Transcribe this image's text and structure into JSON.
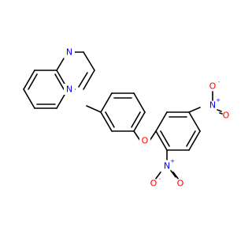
{
  "molecule": {
    "colors": {
      "bond": "#000000",
      "nitrogen": "#0000ff",
      "oxygen": "#ff0000",
      "background": "#ffffff"
    },
    "atoms": {
      "n_quinox_top": "N",
      "n_quinox_bottom": "N",
      "o_ether": "O",
      "n_nitro_para": "N",
      "n_nitro_para_charge": "+",
      "o_nitro_para_single": "O",
      "o_nitro_para_single_charge": "-",
      "o_nitro_para_double": "O",
      "n_nitro_ortho": "N",
      "n_nitro_ortho_charge": "+",
      "o_nitro_ortho_single": "O",
      "o_nitro_ortho_single_charge": "-",
      "o_nitro_ortho_double": "O"
    }
  }
}
